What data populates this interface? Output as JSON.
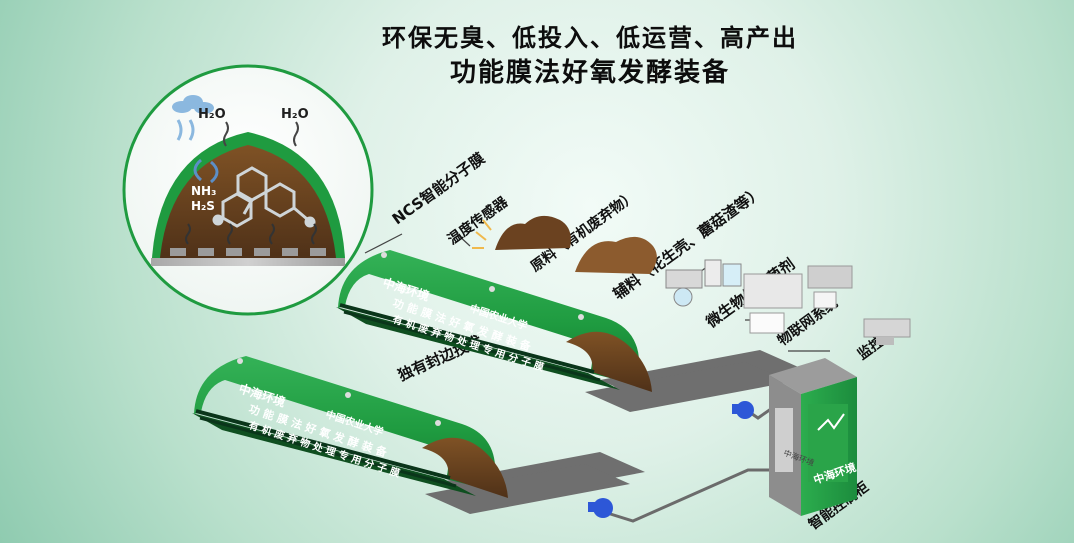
{
  "header": {
    "title_line_1": "环保无臭、低投入、低运营、高产出",
    "title_line_2": "功能膜法好氧发酵装备"
  },
  "inset": {
    "water_1": "H₂O",
    "water_2": "H₂O",
    "gas_1": "NH₃",
    "gas_2": "H₂S"
  },
  "labels": {
    "membrane": "NCS智能分子膜",
    "temp_sensor": "温度传感器",
    "raw_material": "原料（有机废弃物）",
    "auxiliary": "辅料（花生壳、蘑菇渣等）",
    "microbial": "微生物发酵菌剂",
    "edge_sealing": "独有封边技术",
    "logistics": "物联网系统",
    "monitoring": "监控系统",
    "control_cabinet": "智能控制柜"
  },
  "tents": {
    "brand_main": "中海环境",
    "brand_second": "中国农业大学",
    "text_line_1": "功 能 膜 法 好 氧 发 酵 装 备",
    "text_line_2": "有 机 废 弃 物 处 理 专 用 分 子 膜"
  },
  "cabinet": {
    "brand": "中海环境",
    "brand_small": "中海环境"
  },
  "colors": {
    "accent": "#2fa74a",
    "tent_green": "#1f9b40",
    "tent_dark": "#146a2c",
    "compost": "#6f4620",
    "background": "#dff1e8"
  }
}
